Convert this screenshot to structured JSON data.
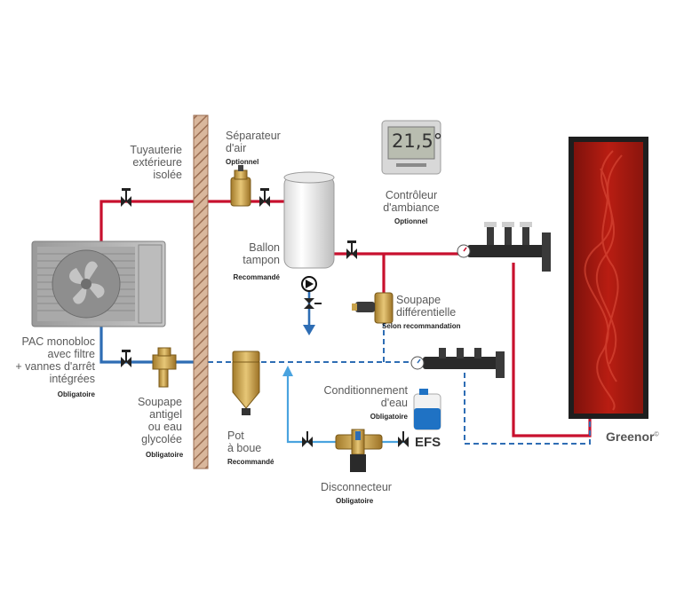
{
  "brand": {
    "name": "Greenor",
    "mark": "©"
  },
  "thermostat": {
    "reading": "21,5°"
  },
  "labels": {
    "tuyauterie": "Tuyauterie\nextérieure\nisolée",
    "separateur": "Séparateur\nd'air",
    "separateur_tag": "Optionnel",
    "controleur": "Contrôleur\nd'ambiance",
    "controleur_tag": "Optionnel",
    "ballon": "Ballon\ntampon",
    "ballon_tag": "Recommandé",
    "soupape_diff": "Soupape\ndifférentielle",
    "soupape_diff_tag": "Selon recommandation",
    "pac": "PAC monobloc\navec filtre\n+ vannes d'arrêt\nintégrées",
    "pac_tag": "Obligatoire",
    "soupape_antigel": "Soupape\nantigel\nou eau\nglycolée",
    "soupape_antigel_tag": "Obligatoire",
    "pot": "Pot\nà boue",
    "pot_tag": "Recommandé",
    "conditionnement": "Conditionnement\nd'eau",
    "conditionnement_tag": "Obligatoire",
    "disconnecteur": "Disconnecteur",
    "disconnecteur_tag": "Obligatoire",
    "efs": "EFS"
  },
  "colors": {
    "supply": "#c8102e",
    "return": "#2e6db4",
    "cold_water": "#4aa3df",
    "wall": "#b58a6a",
    "radiator": "#a3160f"
  }
}
